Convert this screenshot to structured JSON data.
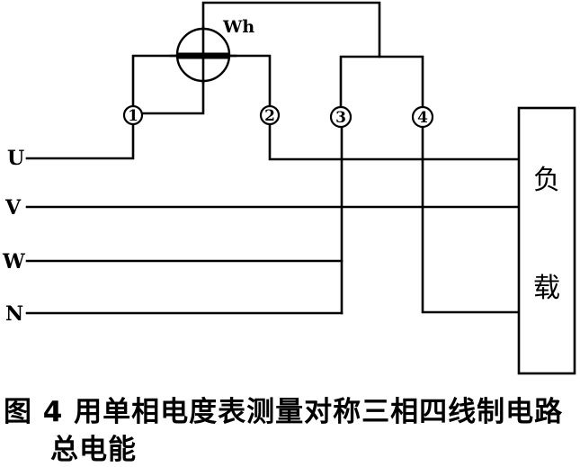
{
  "figure": {
    "meter": {
      "label": "Wh",
      "icon": "watt-hour-meter-icon"
    },
    "terminals": [
      {
        "id": "1",
        "label": "1"
      },
      {
        "id": "2",
        "label": "2"
      },
      {
        "id": "3",
        "label": "3"
      },
      {
        "id": "4",
        "label": "4"
      }
    ],
    "phases": [
      {
        "id": "U",
        "label": "U"
      },
      {
        "id": "V",
        "label": "V"
      },
      {
        "id": "W",
        "label": "W"
      },
      {
        "id": "N",
        "label": "N"
      }
    ],
    "load": {
      "label_chars": [
        "负",
        "载"
      ]
    },
    "caption": {
      "line1": "图 4  用单相电度表测量对称三相四线制电路",
      "line2": "总电能"
    }
  }
}
